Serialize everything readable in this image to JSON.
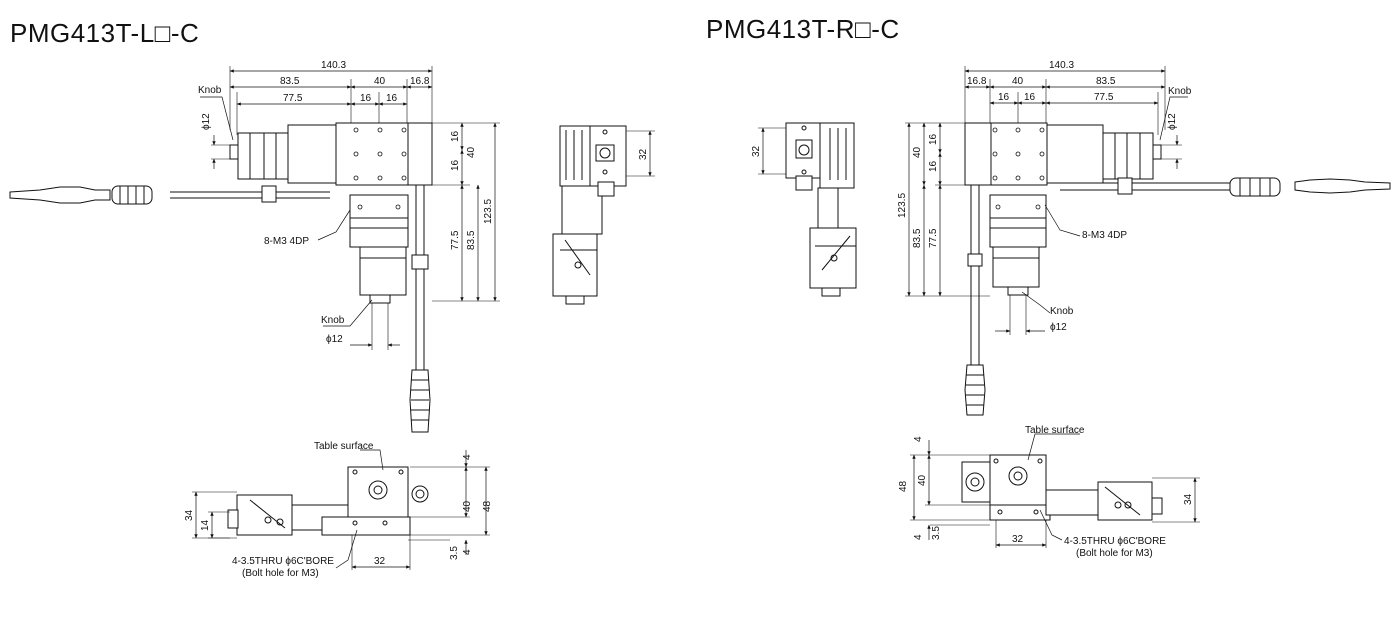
{
  "titles": {
    "left": "PMG413T-L□-C",
    "right": "PMG413T-R□-C"
  },
  "left": {
    "top_dims": {
      "total": "140.3",
      "d83_5": "83.5",
      "d40": "40",
      "d16_8": "16.8",
      "d77_5": "77.5",
      "d16a": "16",
      "d16b": "16"
    },
    "side_dims": {
      "d16a": "16",
      "d16b": "16",
      "d40": "40",
      "d77_5": "77.5",
      "d83_5": "83.5",
      "d123_5": "123.5"
    },
    "knob_top": "Knob",
    "phi12_top": "ϕ12",
    "tap": "8-M3 4DP",
    "knob_bottom": "Knob",
    "phi12_bottom": "ϕ12",
    "end_dim": "32",
    "front": {
      "table_surface": "Table surface",
      "d4a": "4",
      "d40": "40",
      "d48": "48",
      "d3_5": "3.5",
      "d4b": "4",
      "d34": "34",
      "d14": "14",
      "d32": "32",
      "bolt": "4-3.5THRU ϕ6C'BORE",
      "bolt_note": "(Bolt hole for M3)"
    }
  },
  "right": {
    "top_dims": {
      "total": "140.3",
      "d16_8": "16.8",
      "d40": "40",
      "d83_5": "83.5",
      "d16a": "16",
      "d16b": "16",
      "d77_5": "77.5"
    },
    "side_dims": {
      "d40": "40",
      "d16a": "16",
      "d16b": "16",
      "d123_5": "123.5",
      "d83_5": "83.5",
      "d77_5": "77.5"
    },
    "knob_top": "Knob",
    "phi12_top": "ϕ12",
    "tap": "8-M3 4DP",
    "knob_bottom": "Knob",
    "phi12_bottom": "ϕ12",
    "end_dim": "32",
    "front": {
      "table_surface": "Table surface",
      "d4a": "4",
      "d40": "40",
      "d48": "48",
      "d4b": "4",
      "d3_5": "3.5",
      "d34": "34",
      "d32": "32",
      "bolt": "4-3.5THRU ϕ6C'BORE",
      "bolt_note": "(Bolt hole for M3)"
    }
  }
}
